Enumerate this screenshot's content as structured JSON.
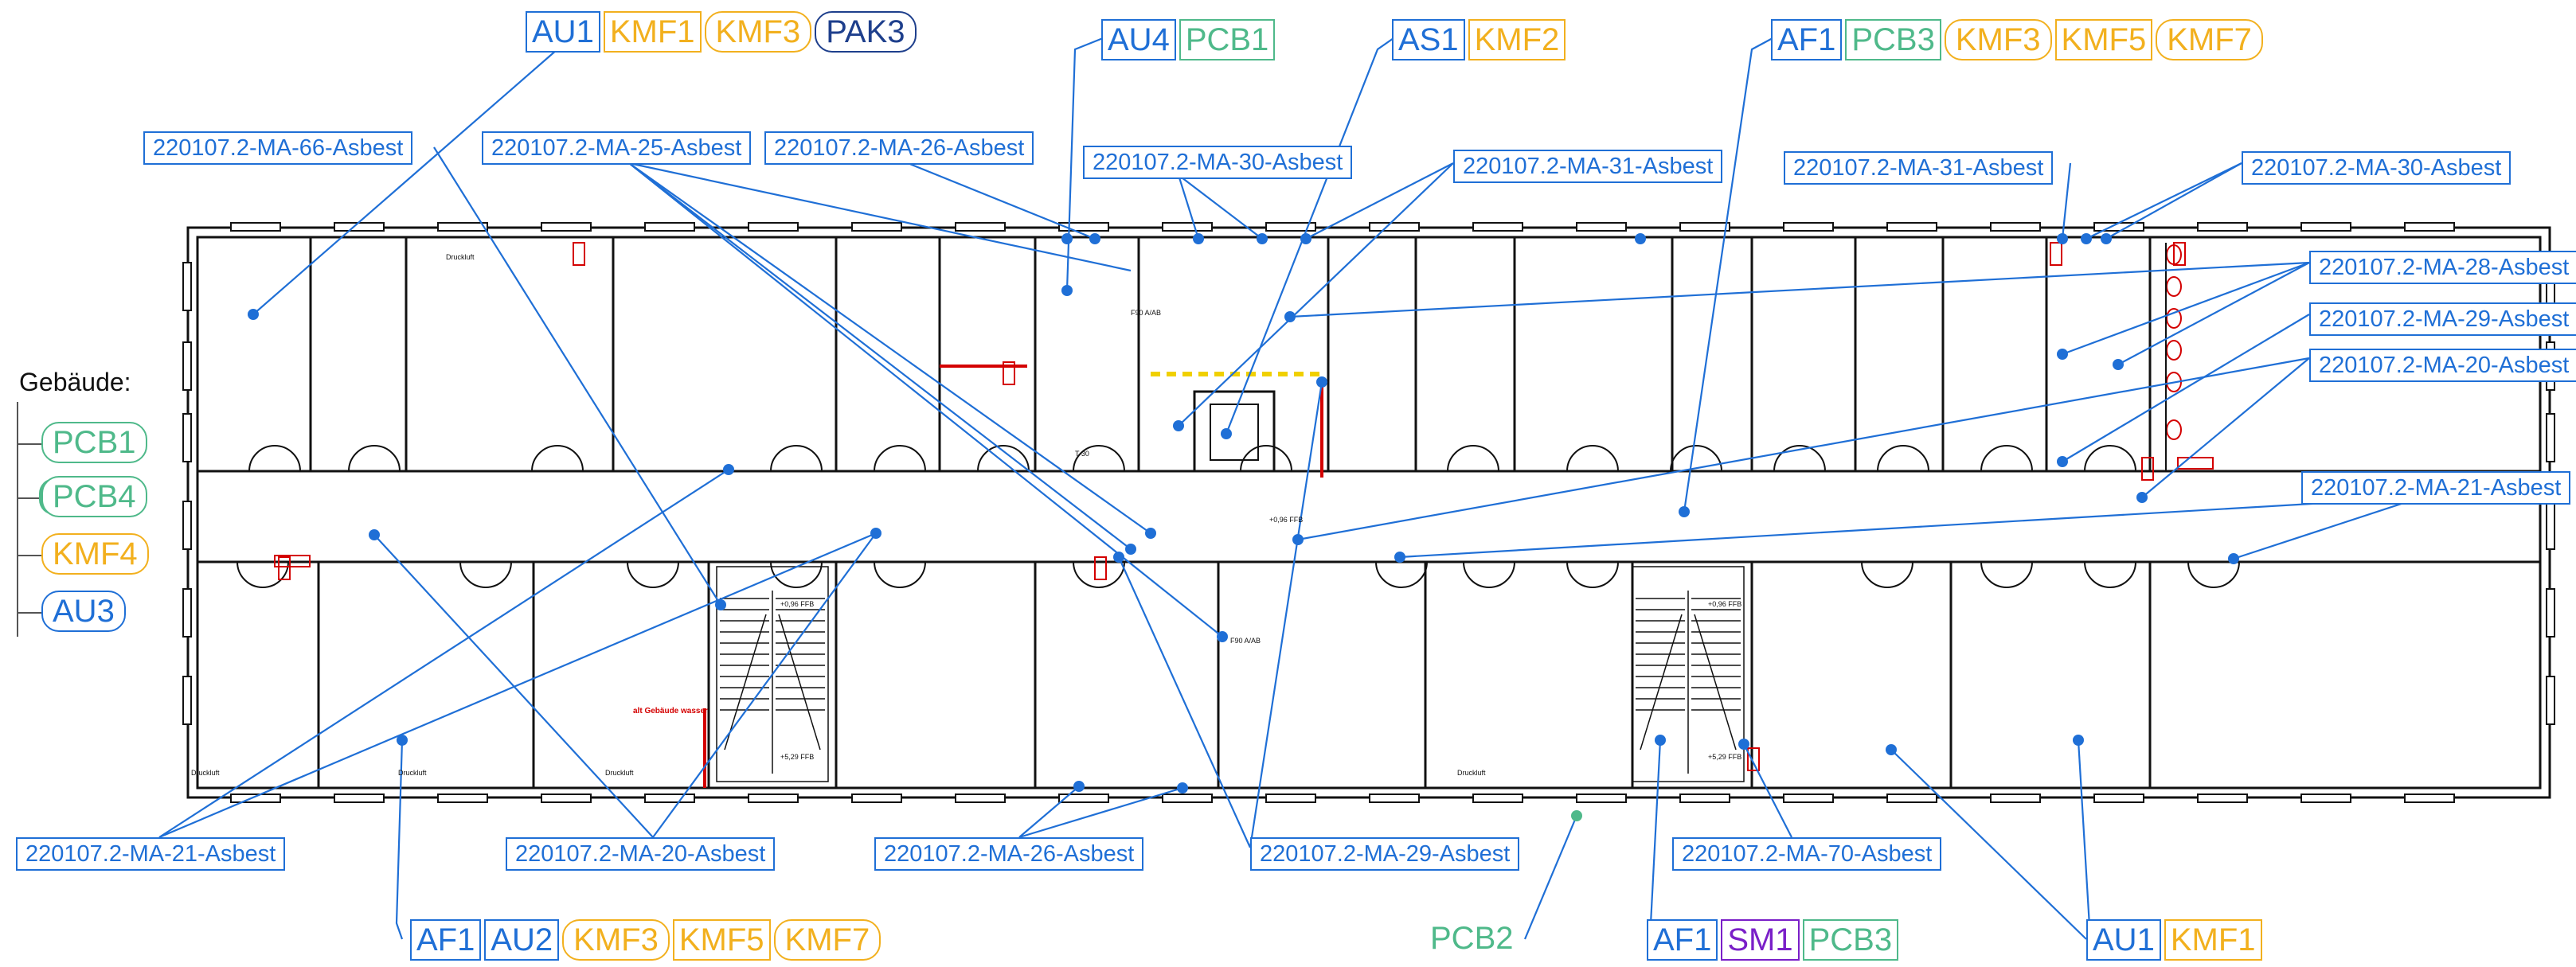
{
  "colors": {
    "sample": "#1f6fd6",
    "AU": "#1f6fd6",
    "AF": "#1f6fd6",
    "AS": "#1f6fd6",
    "KMF": "#f2b01e",
    "PCB": "#4fb98a",
    "PAK": "#1e3f8c",
    "SM": "#7a1fc8",
    "wall": "#111111",
    "fire": "#d40000",
    "stair_marker": "#f0d000"
  },
  "legend": {
    "title": "Gebäude:",
    "items": [
      {
        "text": "PCB1",
        "group": "PCB",
        "style": "paren"
      },
      {
        "text": "PCB4",
        "group": "PCB",
        "style": "double"
      },
      {
        "text": "KMF4",
        "group": "KMF",
        "style": "paren"
      },
      {
        "text": "AU3",
        "group": "AU",
        "style": "paren"
      }
    ]
  },
  "tag_groups": [
    {
      "id": "top1",
      "tags": [
        {
          "text": "AU1",
          "group": "AU",
          "style": "box"
        },
        {
          "text": "KMF1",
          "group": "KMF",
          "style": "box"
        },
        {
          "text": "KMF3",
          "group": "KMF",
          "style": "paren"
        },
        {
          "text": "PAK3",
          "group": "PAK",
          "style": "paren"
        }
      ]
    },
    {
      "id": "top2",
      "tags": [
        {
          "text": "AU4",
          "group": "AU",
          "style": "box"
        },
        {
          "text": "PCB1",
          "group": "PCB",
          "style": "box"
        }
      ]
    },
    {
      "id": "top3",
      "tags": [
        {
          "text": "AS1",
          "group": "AS",
          "style": "box"
        },
        {
          "text": "KMF2",
          "group": "KMF",
          "style": "box"
        }
      ]
    },
    {
      "id": "top4",
      "tags": [
        {
          "text": "AF1",
          "group": "AF",
          "style": "box"
        },
        {
          "text": "PCB3",
          "group": "PCB",
          "style": "box"
        },
        {
          "text": "KMF3",
          "group": "KMF",
          "style": "paren"
        },
        {
          "text": "KMF5",
          "group": "KMF",
          "style": "box"
        },
        {
          "text": "KMF7",
          "group": "KMF",
          "style": "paren"
        }
      ]
    },
    {
      "id": "bot1",
      "tags": [
        {
          "text": "AF1",
          "group": "AF",
          "style": "box"
        },
        {
          "text": "AU2",
          "group": "AU",
          "style": "box"
        },
        {
          "text": "KMF3",
          "group": "KMF",
          "style": "paren"
        },
        {
          "text": "KMF5",
          "group": "KMF",
          "style": "box"
        },
        {
          "text": "KMF7",
          "group": "KMF",
          "style": "paren"
        }
      ]
    },
    {
      "id": "bot2",
      "tags": [
        {
          "text": "PCB2",
          "group": "PCB",
          "style": "plain"
        }
      ]
    },
    {
      "id": "bot3",
      "tags": [
        {
          "text": "AF1",
          "group": "AF",
          "style": "box"
        },
        {
          "text": "SM1",
          "group": "SM",
          "style": "box"
        },
        {
          "text": "PCB3",
          "group": "PCB",
          "style": "box"
        }
      ]
    },
    {
      "id": "bot4",
      "tags": [
        {
          "text": "AU1",
          "group": "AU",
          "style": "box"
        },
        {
          "text": "KMF1",
          "group": "KMF",
          "style": "box"
        }
      ]
    }
  ],
  "samples": [
    {
      "id": "s66",
      "text": "220107.2-MA-66-Asbest"
    },
    {
      "id": "s25",
      "text": "220107.2-MA-25-Asbest"
    },
    {
      "id": "s26t",
      "text": "220107.2-MA-26-Asbest"
    },
    {
      "id": "s30t",
      "text": "220107.2-MA-30-Asbest"
    },
    {
      "id": "s31t",
      "text": "220107.2-MA-31-Asbest"
    },
    {
      "id": "s31r",
      "text": "220107.2-MA-31-Asbest"
    },
    {
      "id": "s30r",
      "text": "220107.2-MA-30-Asbest"
    },
    {
      "id": "s28",
      "text": "220107.2-MA-28-Asbest"
    },
    {
      "id": "s29r",
      "text": "220107.2-MA-29-Asbest"
    },
    {
      "id": "s20r",
      "text": "220107.2-MA-20-Asbest"
    },
    {
      "id": "s21r",
      "text": "220107.2-MA-21-Asbest"
    },
    {
      "id": "s21b",
      "text": "220107.2-MA-21-Asbest"
    },
    {
      "id": "s20b",
      "text": "220107.2-MA-20-Asbest"
    },
    {
      "id": "s26b",
      "text": "220107.2-MA-26-Asbest"
    },
    {
      "id": "s29b",
      "text": "220107.2-MA-29-Asbest"
    },
    {
      "id": "s70",
      "text": "220107.2-MA-70-Asbest"
    }
  ],
  "plan_text": {
    "druckluft": "Druckluft",
    "f90": "F90 A/AB",
    "t30": "T 30",
    "level1": "+0,96 FFB",
    "level2": "+5,29 FFB",
    "alt_gebaeude": "alt Gebäude\nwasser"
  }
}
